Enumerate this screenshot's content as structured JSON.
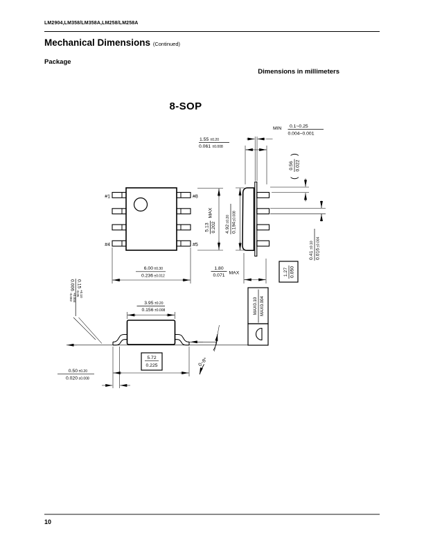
{
  "document": {
    "part_numbers": "LM2904,LM358/LM358A,LM258/LM258A",
    "section_title": "Mechanical Dimensions",
    "section_continued": "(Continued)",
    "package_heading": "Package",
    "units_note": "Dimensions in millimeters",
    "figure_title": "8-SOP",
    "page_number": "10"
  },
  "pins": {
    "pin1": "#1",
    "pin8": "#8",
    "pin4": "#4",
    "pin5": "#5"
  },
  "dims": {
    "lead_span": {
      "mm": "6.00",
      "mm_tol": "±0.30",
      "inch": "0.236",
      "inch_tol": "±0.012"
    },
    "overall_width": {
      "mm": "5.13",
      "inch": "0.202",
      "note": "MAX"
    },
    "body_length": {
      "mm": "4.92",
      "mm_tol": "±0.20",
      "inch": "0.194",
      "inch_tol": "±0.008"
    },
    "body_thickness": {
      "mm": "1.55",
      "mm_tol": "±0.20",
      "inch": "0.061",
      "inch_tol": "±0.008"
    },
    "lead_tip": {
      "prefix": "MIN",
      "mm": "0.1~0.25",
      "inch": "0.004~0.001"
    },
    "shoulder": {
      "paren_open": "(",
      "mm": "0.56",
      "inch": "0.022",
      "paren_close": ")"
    },
    "lead_width": {
      "mm": "0.41",
      "mm_tol": "±0.10",
      "inch": "0.016",
      "inch_tol": "±0.004"
    },
    "lead_pitch": {
      "mm": "1.27",
      "inch": "0.050"
    },
    "height_max": {
      "mm": "1.80",
      "inch": "0.071",
      "note": "MAX"
    },
    "body_width": {
      "mm": "3.95",
      "mm_tol": "±0.20",
      "inch": "0.156",
      "inch_tol": "±0.008"
    },
    "foot_span": {
      "mm": "5.72",
      "inch": "0.225"
    },
    "foot_length": {
      "mm": "0.50",
      "mm_tol": "±0.20",
      "inch": "0.020",
      "inch_tol": "±0.008"
    },
    "standoff": {
      "mm": "0.15",
      "mm_plus": "+0.10",
      "mm_minus": "-0.05",
      "inch": "0.006",
      "inch_plus": "+0.004",
      "inch_minus": "-0.002"
    },
    "coplanarity": {
      "mm": "MAX0.10",
      "inch": "MAX0.004"
    },
    "lead_angle": {
      "value": "0~8°"
    }
  }
}
